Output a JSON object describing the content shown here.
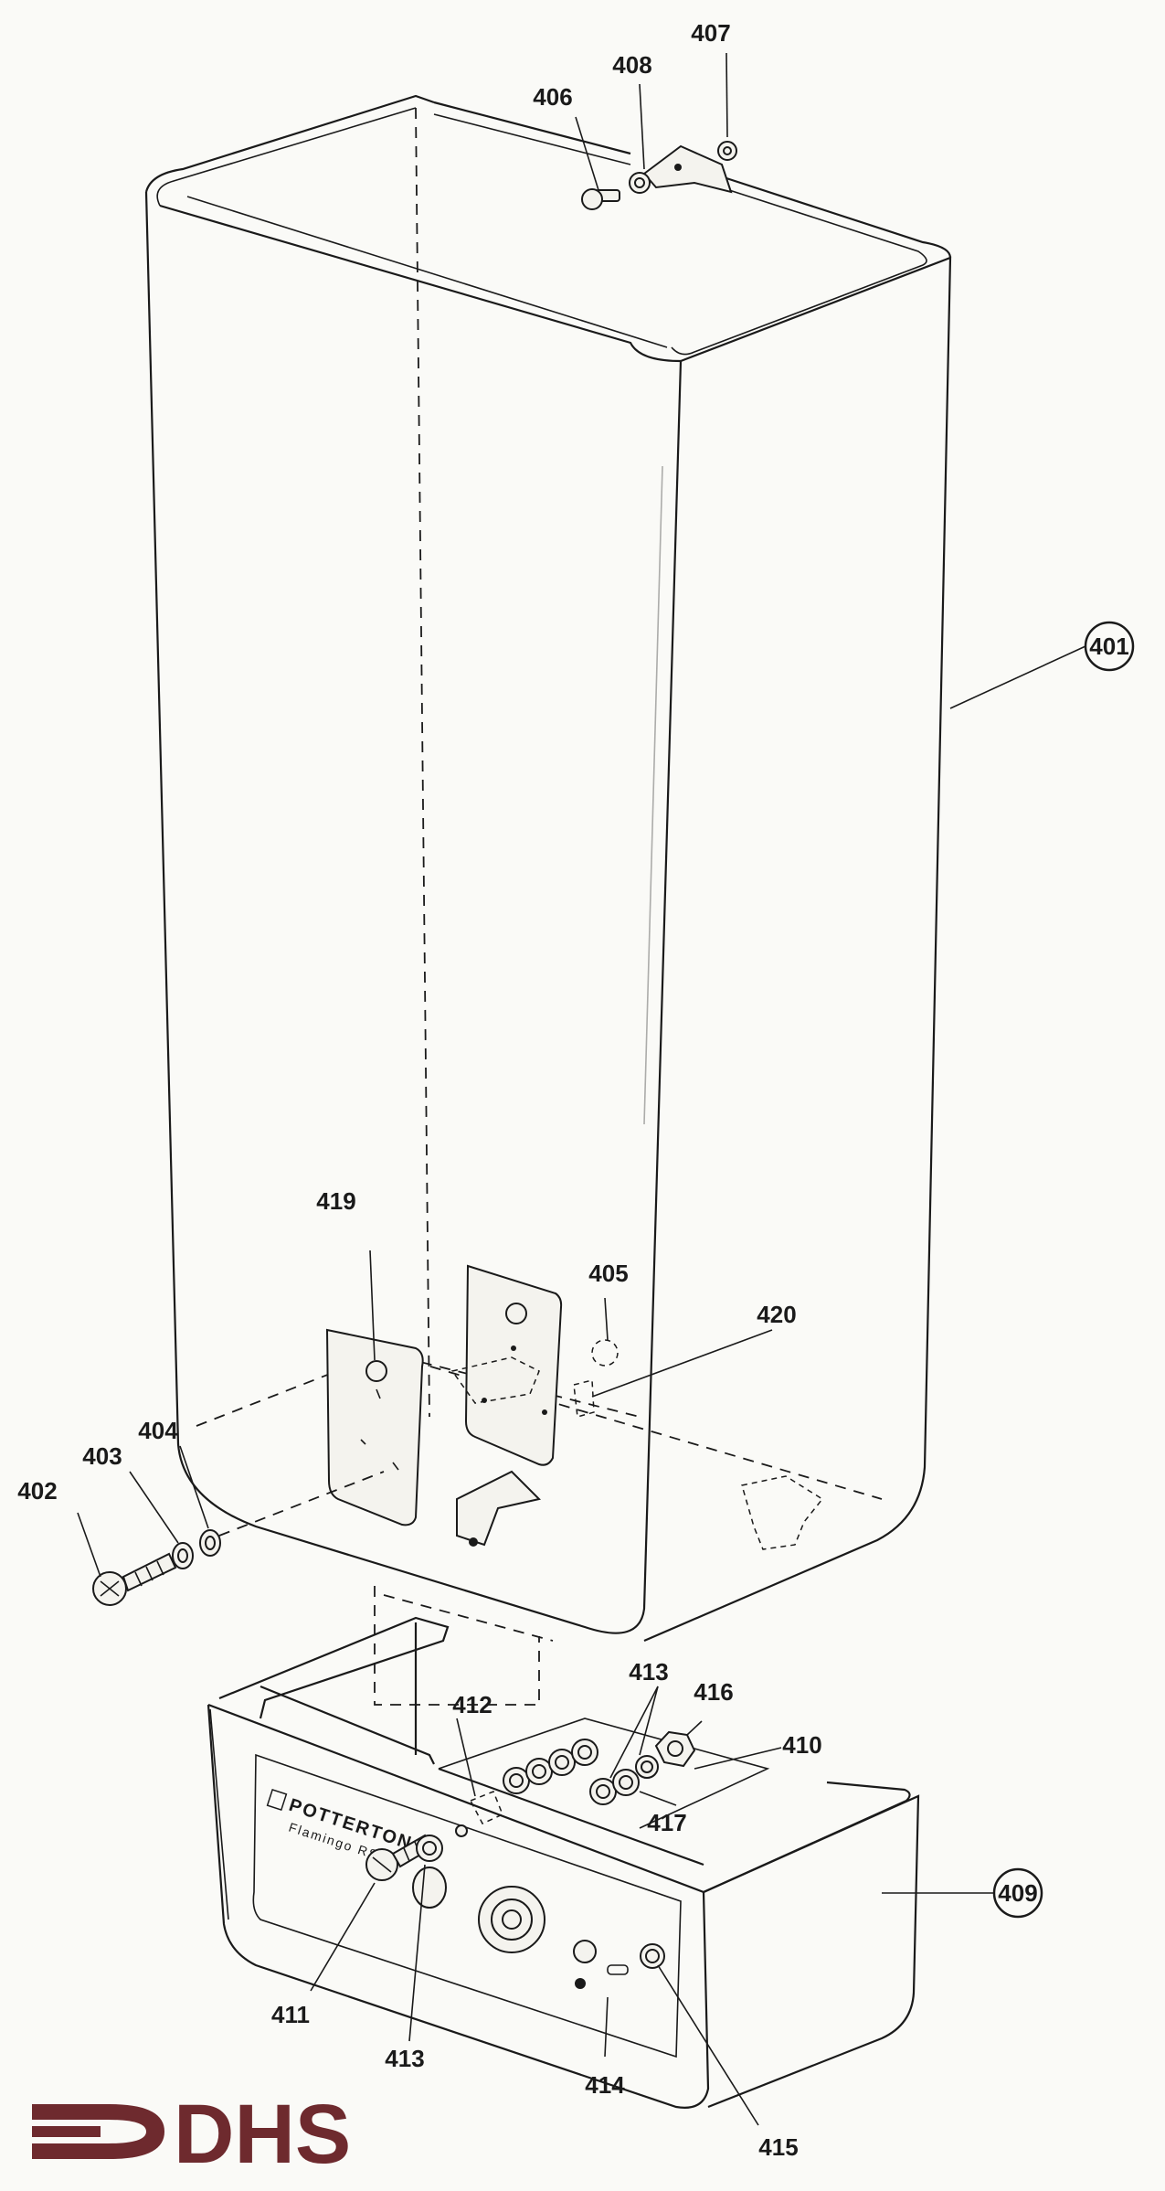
{
  "labels": {
    "p401": "401",
    "p402": "402",
    "p403": "403",
    "p404": "404",
    "p405": "405",
    "p406": "406",
    "p407": "407",
    "p408": "408",
    "p409": "409",
    "p410": "410",
    "p411": "411",
    "p412": "412",
    "p413a": "413",
    "p413b": "413",
    "p414": "414",
    "p415": "415",
    "p416": "416",
    "p417": "417",
    "p419": "419",
    "p420": "420"
  },
  "panel": {
    "brand": "POTTERTON",
    "model": "Flamingo RS3"
  },
  "logo": {
    "text": "DHS",
    "color": "#6e2a2e"
  },
  "colors": {
    "paper": "#fafaf7",
    "ink": "#1a1a1a"
  }
}
